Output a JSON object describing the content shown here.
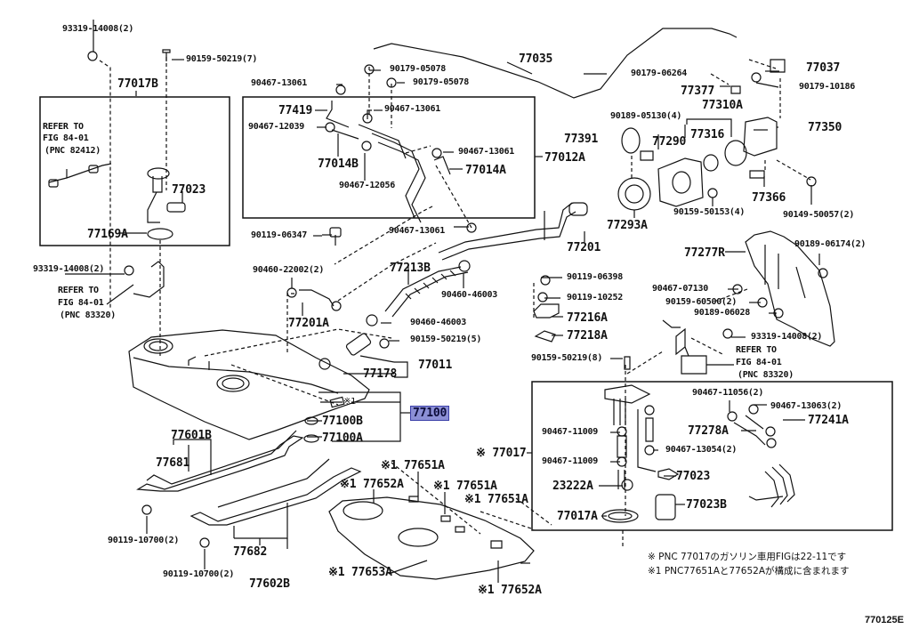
{
  "figure_id": "770125E",
  "highlighted_part": "77100",
  "notes": [
    "※   PNC 77017のガソリン車用FIGは22-11です",
    "※1 PNC77651Aと77652Aが構成に含まれます"
  ],
  "labels": {
    "p93319_14008_top": "93319-14008(2)",
    "p90159_50219_7": "90159-50219(7)",
    "p77017B": "77017B",
    "refer_82412_l1": "REFER TO",
    "refer_82412_l2": "FIG 84-01",
    "refer_82412_l3": "(PNC 82412)",
    "p77023_left": "77023",
    "p77169A": "77169A",
    "p93319_14008_mid": "93319-14008(2)",
    "refer_83320_left_l1": "REFER TO",
    "refer_83320_left_l2": "FIG 84-01",
    "refer_83320_left_l3": "(PNC 83320)",
    "p90467_13061_a": "90467-13061",
    "p90179_05078_a": "90179-05078",
    "p90179_05078_b": "90179-05078",
    "p77419": "77419",
    "p90467_13061_b": "90467-13061",
    "p90467_12039": "90467-12039",
    "p77014B": "77014B",
    "p90467_12056": "90467-12056",
    "p90467_13061_c": "90467-13061",
    "p77014A": "77014A",
    "p77012A": "77012A",
    "p77035": "77035",
    "p90119_06347": "90119-06347",
    "p90467_13061_d": "90467-13061",
    "p90460_22002": "90460-22002(2)",
    "p77201A": "77201A",
    "p77213B": "77213B",
    "p90460_46003_a": "90460-46003",
    "p90460_46003_b": "90460-46003",
    "p90159_50219_5": "90159-50219(5)",
    "p77011": "77011",
    "p77178": "77178",
    "p77201": "77201",
    "p90179_06264": "90179-06264",
    "p77037": "77037",
    "p77377": "77377",
    "p90179_10186": "90179-10186",
    "p90189_05130": "90189-05130(4)",
    "p77310A": "77310A",
    "p77391": "77391",
    "p77290": "77290",
    "p77316": "77316",
    "p77350": "77350",
    "p77293A": "77293A",
    "p90159_50153": "90159-50153(4)",
    "p77366": "77366",
    "p90149_50057": "90149-50057(2)",
    "p77277R": "77277R",
    "p90189_06174": "90189-06174(2)",
    "p90119_06398": "90119-06398",
    "p90119_10252": "90119-10252",
    "p77216A": "77216A",
    "p77218A": "77218A",
    "p90467_07130": "90467-07130",
    "p90159_60500": "90159-60500(2)",
    "p90189_06028": "90189-06028",
    "p93319_14008_right": "93319-14008(2)",
    "refer_83320_right_l1": "REFER TO",
    "refer_83320_right_l2": "FIG 84-01",
    "refer_83320_right_l3": "(PNC 83320)",
    "p90159_50219_8": "90159-50219(8)",
    "p_x1_tank": "※1",
    "p77100": "77100",
    "p77100B": "77100B",
    "p77100A": "77100A",
    "p77601B": "77601B",
    "p77681": "77681",
    "p90119_10700_a": "90119-10700(2)",
    "p77682": "77682",
    "p90119_10700_b": "90119-10700(2)",
    "p77602B": "77602B",
    "p77651A_a": "※1 77651A",
    "p77652A_a": "※1 77652A",
    "p77651A_b": "※1 77651A",
    "p77651A_c": "※1 77651A",
    "p77653A": "※1 77653A",
    "p77652A_b": "※1 77652A",
    "p77017": "※ 77017",
    "p90467_11056": "90467-11056(2)",
    "p90467_13063": "90467-13063(2)",
    "p77241A": "77241A",
    "p77278A": "77278A",
    "p90467_11009_a": "90467-11009",
    "p90467_13054": "90467-13054(2)",
    "p90467_11009_b": "90467-11009",
    "p77023_right": "77023",
    "p23222A": "23222A",
    "p77017A": "77017A",
    "p77023B": "77023B"
  }
}
